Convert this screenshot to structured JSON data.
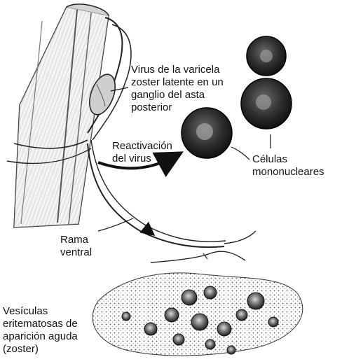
{
  "labels": {
    "virus": [
      "Virus de la varicela",
      "zoster latente en un",
      "ganglio del asta",
      "posterior"
    ],
    "reactivation": [
      "Reactivación",
      "del virus"
    ],
    "cells": [
      "Células",
      "mononucleares"
    ],
    "branch": [
      "Rama",
      "ventral"
    ],
    "vesicles": [
      "Vesículas",
      "eritematosas de",
      "aparición aguda",
      "(zoster)"
    ]
  }
}
